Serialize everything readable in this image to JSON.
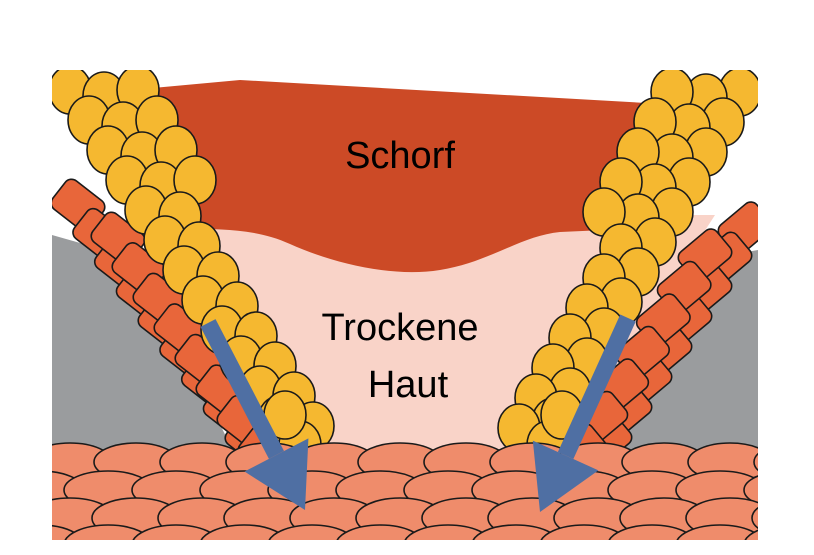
{
  "labels": {
    "scab": "Schorf",
    "dry_skin_line1": "Trockene",
    "dry_skin_line2": "Haut"
  },
  "colors": {
    "scab": "#cc4a26",
    "dry_skin": "#f9d3c8",
    "tissue_gray": "#9a9c9e",
    "yellow_cells": "#f5b830",
    "orange_cells": "#e8663a",
    "bottom_cells": "#ef8c6b",
    "arrow": "#4f6fa3",
    "outline": "#1a1a1a"
  },
  "icons": {
    "left_arrow": "arrow-down-right-icon",
    "right_arrow": "arrow-down-left-icon"
  }
}
